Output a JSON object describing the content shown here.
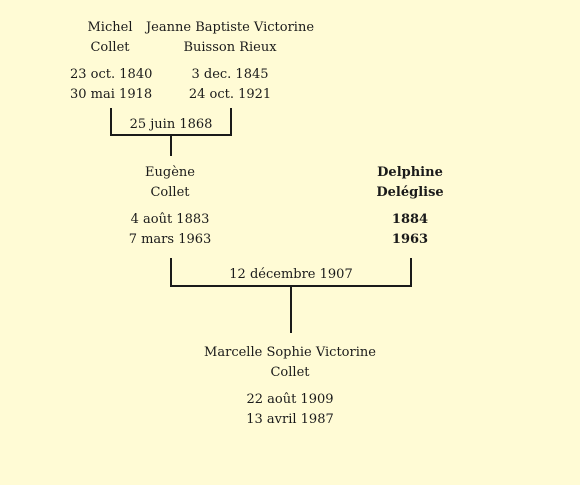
{
  "people": {
    "michel": {
      "first": "Michel",
      "last": "Collet",
      "birth": "23 oct. 1840",
      "death": "30 mai 1918"
    },
    "jeanne": {
      "first": "Jeanne Baptiste Victorine",
      "last": "Buisson Rieux",
      "birth": "3 dec. 1845",
      "death": "24 oct. 1921"
    },
    "eugene": {
      "first": "Eugène",
      "last": "Collet",
      "birth": "4 août 1883",
      "death": "7 mars 1963"
    },
    "delphine": {
      "first": "Delphine",
      "last": "Deléglise",
      "birth": "1884",
      "death": "1963"
    },
    "marcelle": {
      "first": "Marcelle Sophie Victorine",
      "last": "Collet",
      "birth": "22 août 1909",
      "death": "13 avril 1987"
    }
  },
  "marriages": {
    "first": "25 juin 1868",
    "second": "12 décembre 1907"
  }
}
